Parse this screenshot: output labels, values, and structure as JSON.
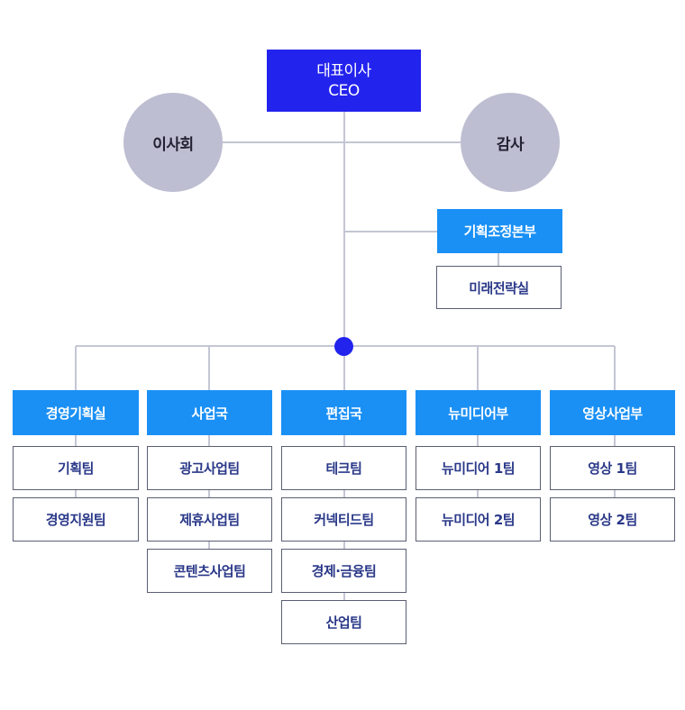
{
  "colors": {
    "ceo": "#2323ee",
    "division": "#1a90f5",
    "circle": "#bebed2",
    "team_text": "#2a3888",
    "line": "#c4c6d4"
  },
  "ceo": {
    "title": "대표이사",
    "subtitle": "CEO"
  },
  "board": {
    "label": "이사회"
  },
  "audit": {
    "label": "감사"
  },
  "planning_hq": {
    "label": "기획조정본부",
    "sub": "미래전략실"
  },
  "divisions": [
    {
      "label": "경영기획실",
      "teams": [
        "기획팀",
        "경영지원팀"
      ]
    },
    {
      "label": "사업국",
      "teams": [
        "광고사업팀",
        "제휴사업팀",
        "콘텐츠사업팀"
      ]
    },
    {
      "label": "편집국",
      "teams": [
        "테크팀",
        "커넥티드팀",
        "경제·금융팀",
        "산업팀"
      ]
    },
    {
      "label": "뉴미디어부",
      "teams": [
        "뉴미디어 1팀",
        "뉴미디어 2팀"
      ]
    },
    {
      "label": "영상사업부",
      "teams": [
        "영상 1팀",
        "영상 2팀"
      ]
    }
  ]
}
